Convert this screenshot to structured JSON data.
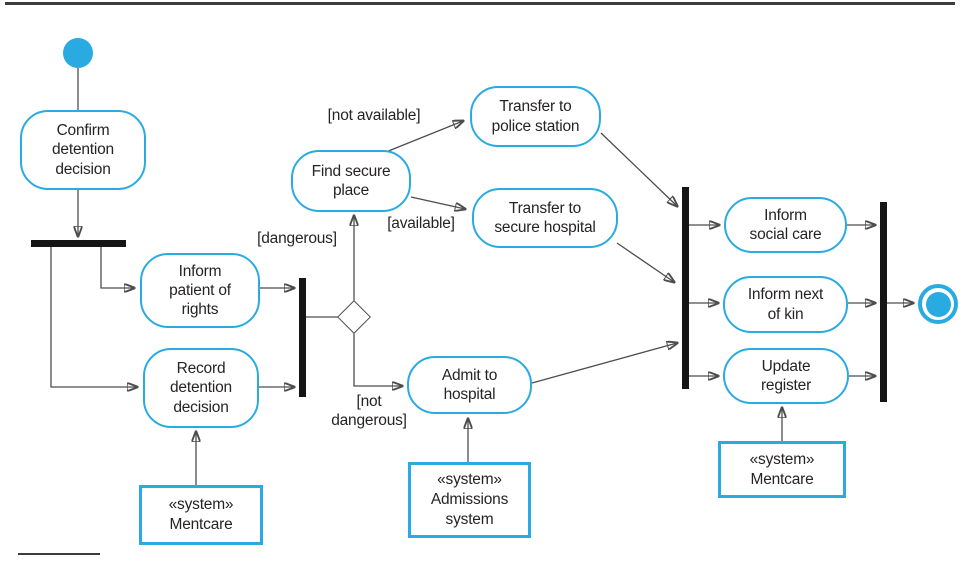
{
  "diagram": {
    "type": "uml-activity-diagram",
    "colors": {
      "accent": "#29ABE2",
      "line": "#4D4D4D",
      "bar": "#151515",
      "text": "#272325"
    },
    "nodes": {
      "confirm": "Confirm\ndetention\ndecision",
      "inform_patient": "Inform\npatient of\nrights",
      "record_detention": "Record\ndetention\ndecision",
      "find_secure": "Find secure\nplace",
      "transfer_police": "Transfer to\npolice station",
      "transfer_hospital": "Transfer to\nsecure hospital",
      "admit": "Admit to\nhospital",
      "inform_social": "Inform\nsocial care",
      "inform_kin": "Inform next\nof kin",
      "update_register": "Update\nregister"
    },
    "guards": {
      "not_available": "[not available]",
      "available": "[available]",
      "dangerous": "[dangerous]",
      "not_dangerous": "[not\ndangerous]"
    },
    "system_boxes": {
      "mentcare_left": "«system»\nMentcare",
      "admissions": "«system»\nAdmissions\nsystem",
      "mentcare_right": "«system»\nMentcare"
    }
  }
}
